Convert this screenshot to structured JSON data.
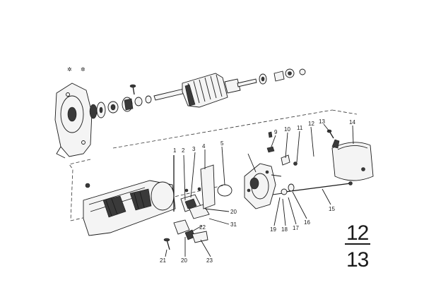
{
  "markers": [
    "✲",
    "✲"
  ],
  "callouts": {
    "c1": "1",
    "c2": "2",
    "c3": "3",
    "c4": "4",
    "c5": "5",
    "c9": "9",
    "c10": "10",
    "c11": "11",
    "c12": "12",
    "c13": "13",
    "c14": "14",
    "c15": "15",
    "c16": "16",
    "c17": "17",
    "c18": "18",
    "c19": "19",
    "c20a": "20",
    "c20b": "20",
    "c21": "21",
    "c22": "22",
    "c23": "23",
    "c31": "31"
  },
  "page_indicator": {
    "current": "12",
    "total": "13"
  }
}
